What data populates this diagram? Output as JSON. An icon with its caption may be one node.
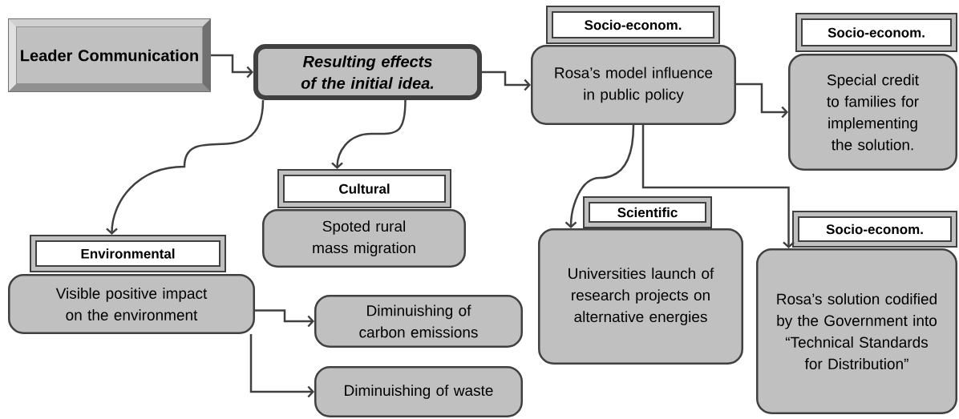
{
  "diagram": {
    "nodes": [
      {
        "text": [
          "Leader Communication"
        ]
      },
      {
        "text": [
          "Resulting effects of the initial idea."
        ]
      },
      {
        "text": [
          "Socio-econom."
        ]
      },
      {
        "text": [
          "Rosa’s model influence in public policy"
        ]
      },
      {
        "text": [
          "Socio-econom."
        ]
      },
      {
        "text": [
          "Special credit to families for implementing the solution."
        ]
      },
      {
        "text": [
          "Cultural"
        ]
      },
      {
        "text": [
          "Spoted rural mass migration"
        ]
      },
      {
        "text": [
          "Environmental"
        ]
      },
      {
        "text": [
          "Visible positive impact on the environment"
        ]
      },
      {
        "text": [
          "Diminuishing of carbon emissions"
        ]
      },
      {
        "text": [
          "Diminuishing of waste"
        ]
      },
      {
        "text": [
          "Scientific"
        ]
      },
      {
        "text": [
          "Universities launch of research projects on alternative energies"
        ]
      },
      {
        "text": [
          "Socio-econom."
        ]
      },
      {
        "text": [
          "Rosa’s solution codified by the Government into “Technical Standards for Distribution”"
        ]
      }
    ],
    "edges": [
      {
        "from": 0,
        "to": 1,
        "arrow": "to"
      },
      {
        "from": 1,
        "to": 3,
        "arrow": "to"
      },
      {
        "from": 3,
        "to": 5,
        "arrow": "to"
      },
      {
        "from": 1,
        "to": 8,
        "arrow": "to"
      },
      {
        "from": 1,
        "to": 6,
        "arrow": "to"
      },
      {
        "from": 3,
        "to": 13,
        "arrow": "to"
      },
      {
        "from": 3,
        "to": 15,
        "arrow": "to"
      },
      {
        "from": 9,
        "to": 10,
        "arrow": "to"
      },
      {
        "from": 9,
        "to": 11,
        "arrow": "to"
      }
    ]
  }
}
